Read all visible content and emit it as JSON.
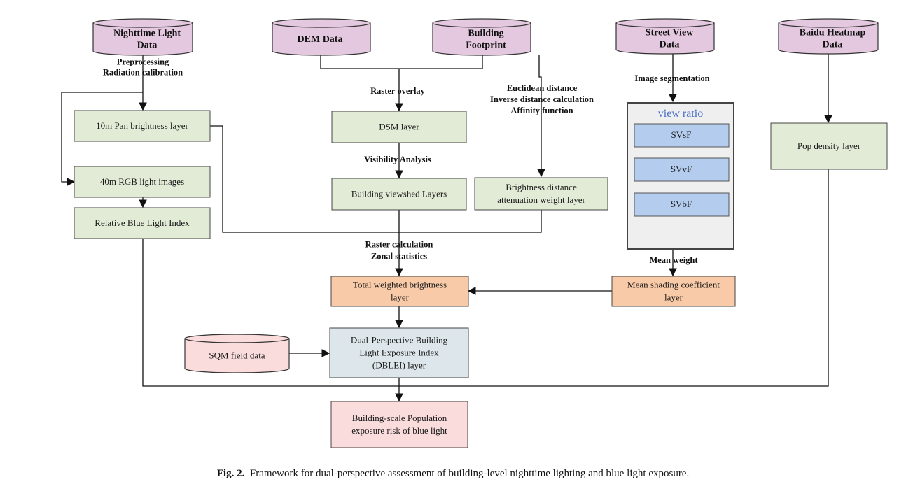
{
  "colors": {
    "database_fill": "#e4c8df",
    "process_green": "#e2ebd6",
    "result_orange": "#f9caa7",
    "dblei_fill": "#dde6ea",
    "final_pink": "#fbdcdc",
    "sqm_fill": "#fbdcdc",
    "factor_blue": "#b4cdee",
    "view_ratio_bg": "#efefef",
    "line": "#111111"
  },
  "databases": {
    "ntl": [
      "Nighttime Light",
      "Data"
    ],
    "dem": [
      "DEM Data"
    ],
    "bf": [
      "Building",
      "Footprint"
    ],
    "sv": [
      "Street View",
      "Data"
    ],
    "baidu": [
      "Baidu Heatmap",
      "Data"
    ],
    "sqm": [
      "SQM field data"
    ]
  },
  "processes": {
    "pan": [
      "10m Pan brightness layer"
    ],
    "rgb": [
      "40m RGB light images"
    ],
    "rbli": [
      "Relative Blue Light Index"
    ],
    "dsm": [
      "DSM layer"
    ],
    "viewshed": [
      "Building viewshed  Layers"
    ],
    "bdaw": [
      "Brightness distance",
      "attenuation weight layer"
    ],
    "pop": [
      "Pop density layer"
    ],
    "twb": [
      "Total weighted brightness",
      "layer"
    ],
    "msc": [
      "Mean shading coefficient",
      "layer"
    ],
    "dblei": [
      "Dual-Perspective Building",
      "Light Exposure Index",
      "(DBLEI) layer"
    ],
    "final": [
      "Building-scale Population",
      "exposure risk of blue light"
    ]
  },
  "view_ratio": {
    "title": "view ratio",
    "factors": [
      "SVsF",
      "SVvF",
      "SVbF"
    ]
  },
  "edge_labels": {
    "preprocessing": [
      "Preprocessing",
      "Radiation calibration"
    ],
    "raster_overlay": [
      "Raster overlay"
    ],
    "euclidean": [
      "Euclidean distance",
      "Inverse distance calculation",
      "Affinity function"
    ],
    "image_segmentation": [
      "Image segmentation"
    ],
    "visibility": [
      "Visibility Analysis"
    ],
    "raster_calc": [
      "Raster calculation",
      "Zonal statistics"
    ],
    "mean_weight": [
      "Mean weight"
    ]
  },
  "caption": {
    "label": "Fig. 2.",
    "text": "Framework for dual-perspective assessment of building-level nighttime lighting and blue light exposure."
  }
}
